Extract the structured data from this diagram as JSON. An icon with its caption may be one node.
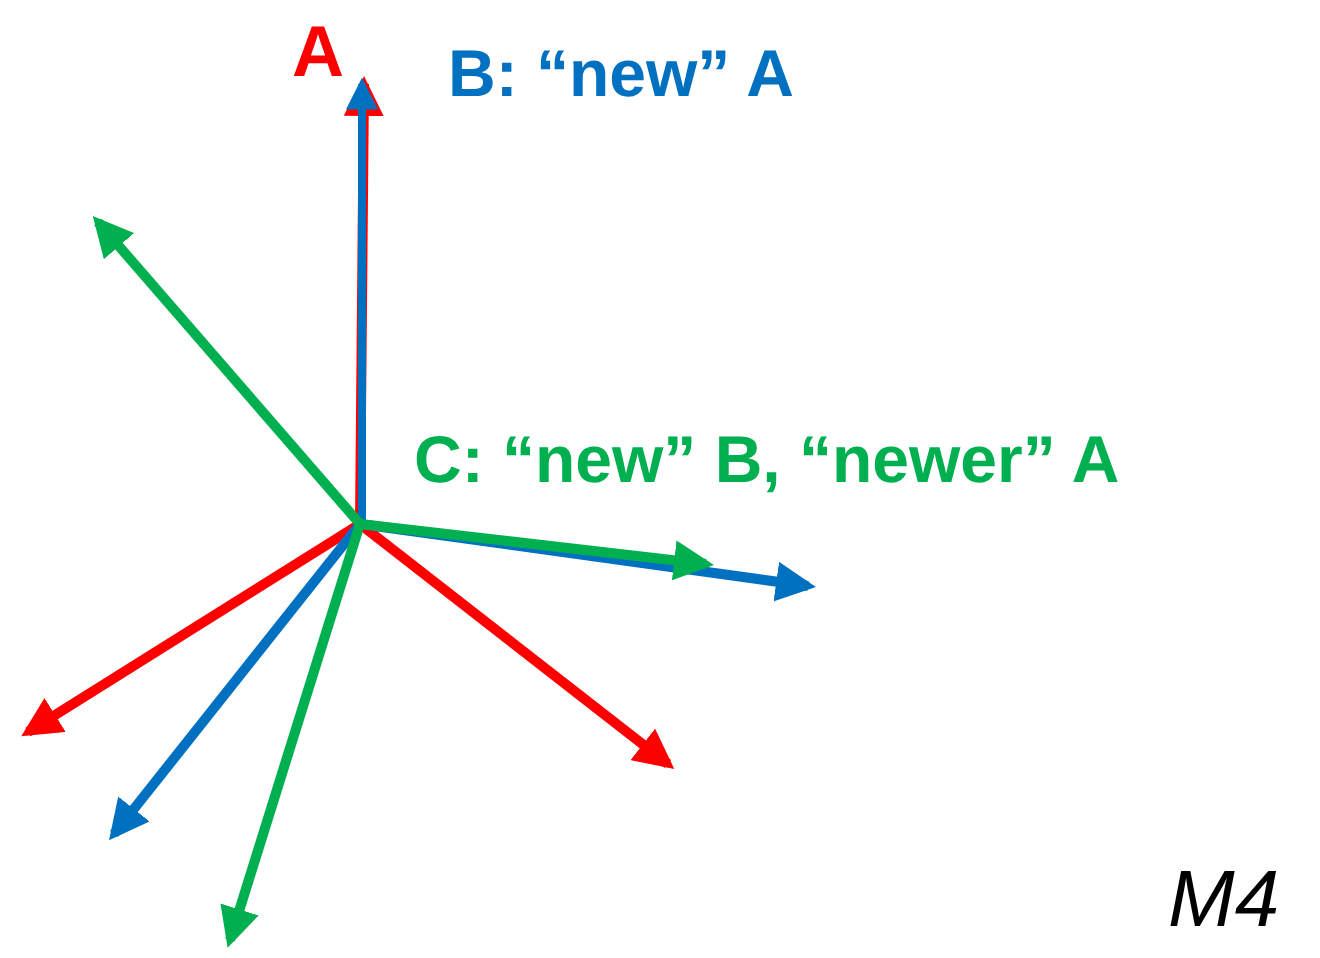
{
  "diagram": {
    "labels": [
      "A",
      "B: “new” A",
      "C: “new” B, “newer” A",
      "M4"
    ]
  }
}
